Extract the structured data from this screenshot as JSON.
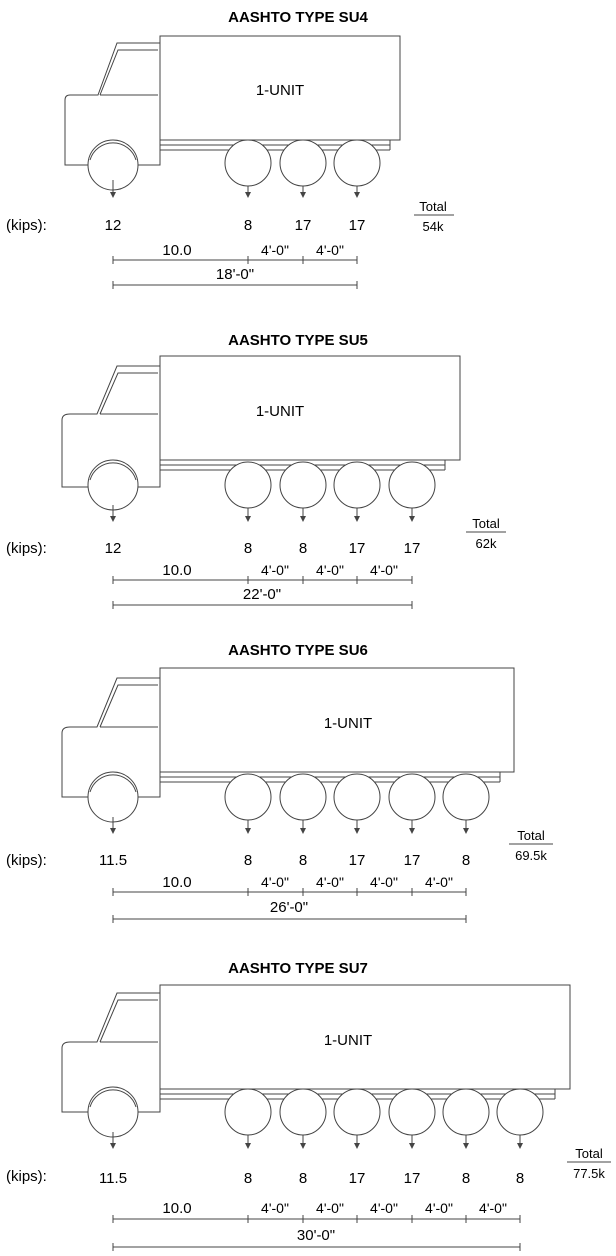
{
  "trucks": [
    {
      "title": "AASHTO TYPE SU4",
      "body_label": "1-UNIT",
      "kips_label": "(kips):",
      "axle_loads": [
        "12",
        "8",
        "17",
        "17"
      ],
      "spacings": [
        "10.0",
        "4'-0\"",
        "4'-0\""
      ],
      "overall": "18'-0\"",
      "total_label": "Total",
      "total_value": "54k"
    },
    {
      "title": "AASHTO TYPE SU5",
      "body_label": "1-UNIT",
      "kips_label": "(kips):",
      "axle_loads": [
        "12",
        "8",
        "8",
        "17",
        "17"
      ],
      "spacings": [
        "10.0",
        "4'-0\"",
        "4'-0\"",
        "4'-0\""
      ],
      "overall": "22'-0\"",
      "total_label": "Total",
      "total_value": "62k"
    },
    {
      "title": "AASHTO TYPE SU6",
      "body_label": "1-UNIT",
      "kips_label": "(kips):",
      "axle_loads": [
        "11.5",
        "8",
        "8",
        "17",
        "17",
        "8"
      ],
      "spacings": [
        "10.0",
        "4'-0\"",
        "4'-0\"",
        "4'-0\"",
        "4'-0\""
      ],
      "overall": "26'-0\"",
      "total_label": "Total",
      "total_value": "69.5k"
    },
    {
      "title": "AASHTO TYPE SU7",
      "body_label": "1-UNIT",
      "kips_label": "(kips):",
      "axle_loads": [
        "11.5",
        "8",
        "8",
        "17",
        "17",
        "8",
        "8"
      ],
      "spacings": [
        "10.0",
        "4'-0\"",
        "4'-0\"",
        "4'-0\"",
        "4'-0\"",
        "4'-0\""
      ],
      "overall": "30'-0\"",
      "total_label": "Total",
      "total_value": "77.5k"
    }
  ]
}
